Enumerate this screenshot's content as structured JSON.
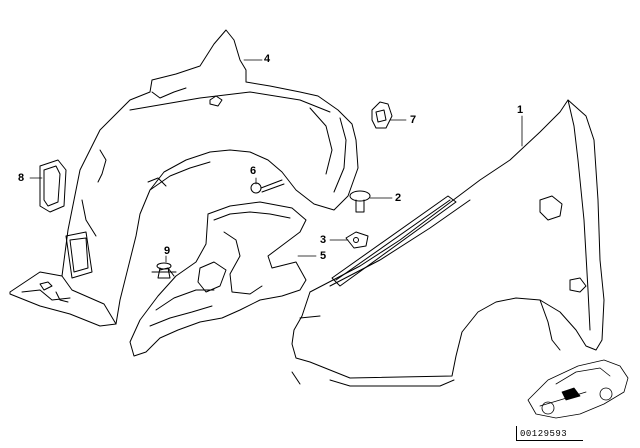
{
  "diagram": {
    "part_numbers": {
      "p1": "1",
      "p2": "2",
      "p3": "3",
      "p4": "4",
      "p5": "5",
      "p6": "6",
      "p7": "7",
      "p8": "8",
      "p9": "9"
    },
    "diagram_id": "00129593"
  }
}
